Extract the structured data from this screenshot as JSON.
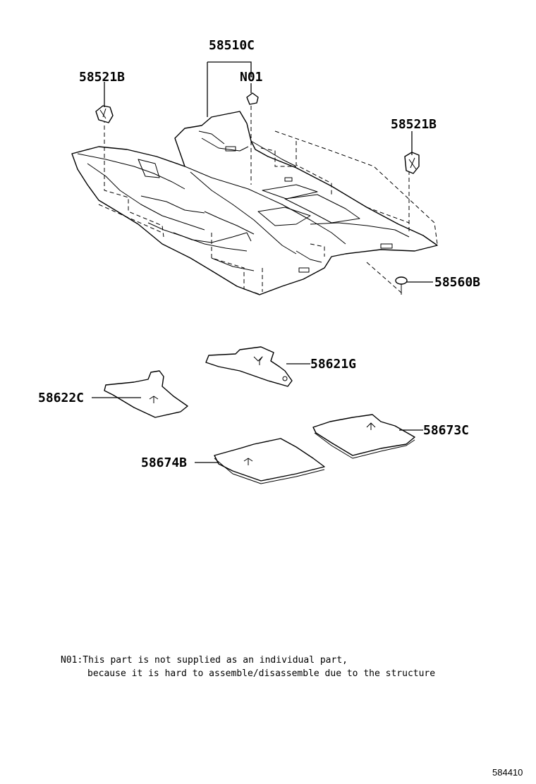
{
  "labels": {
    "carpet_main": "58510C",
    "note_ref": "N01",
    "clip_left": "58521B",
    "clip_right": "58521B",
    "grommet": "58560B",
    "mat_rear_center": "58621G",
    "mat_rear_left": "58622C",
    "mat_front_right": "58673C",
    "mat_front_left": "58674B"
  },
  "note": {
    "line1": "N01:This part is not supplied as an individual part,",
    "line2": "because it is hard to assemble/disassemble due to the structure"
  },
  "figure_number": "584410"
}
